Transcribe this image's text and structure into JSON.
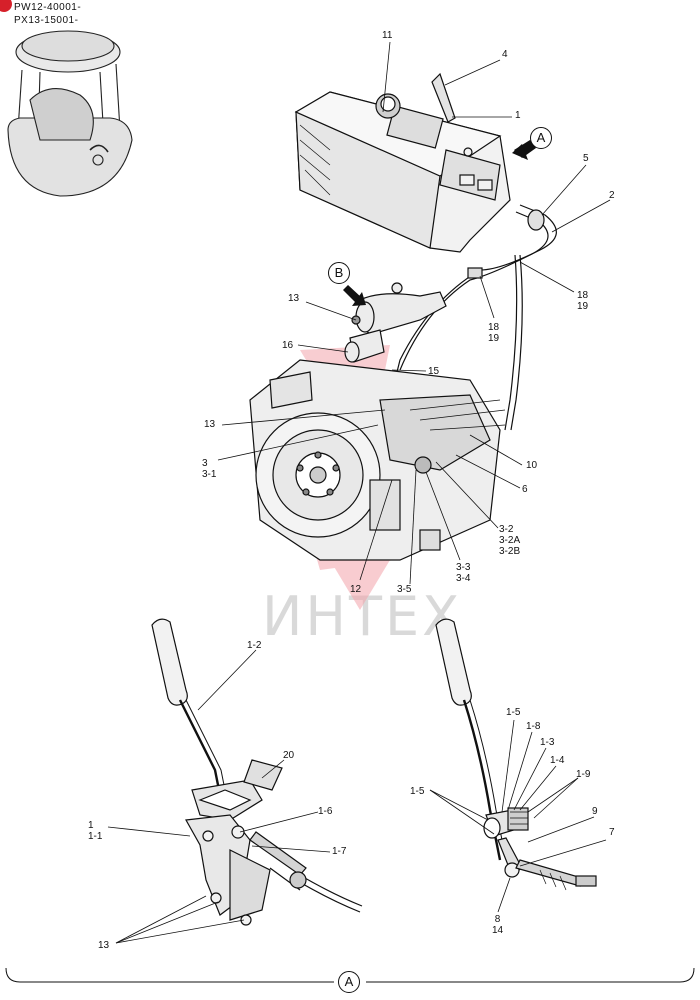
{
  "header": {
    "serial_1": "PW12-40001-",
    "serial_2": "PX13-15001-",
    "badge_color": "#d6202a"
  },
  "watermark": {
    "text": "ИНТЕХ",
    "color": "#e8374a"
  },
  "views": {
    "a": "A",
    "b": "B"
  },
  "callouts": [
    {
      "id": "c11",
      "text": "11"
    },
    {
      "id": "c4",
      "text": "4"
    },
    {
      "id": "c1",
      "text": "1"
    },
    {
      "id": "c5",
      "text": "5"
    },
    {
      "id": "c2",
      "text": "2"
    },
    {
      "id": "c18a",
      "text": "18\n19"
    },
    {
      "id": "c18b",
      "text": "18\n19"
    },
    {
      "id": "c13a",
      "text": "13"
    },
    {
      "id": "c16",
      "text": "16"
    },
    {
      "id": "c15",
      "text": "15"
    },
    {
      "id": "c13b",
      "text": "13"
    },
    {
      "id": "c3",
      "text": "3\n3-1"
    },
    {
      "id": "c10",
      "text": "10"
    },
    {
      "id": "c6",
      "text": "6"
    },
    {
      "id": "c32",
      "text": "3-2\n3-2A\n3-2B"
    },
    {
      "id": "c33",
      "text": "3-3\n3-4"
    },
    {
      "id": "c12",
      "text": "12"
    },
    {
      "id": "c35",
      "text": "3-5"
    },
    {
      "id": "c12b",
      "text": "1-2"
    },
    {
      "id": "c20",
      "text": "20"
    },
    {
      "id": "c1l",
      "text": "1\n1-1"
    },
    {
      "id": "c16l",
      "text": "1-6"
    },
    {
      "id": "c17l",
      "text": "1-7"
    },
    {
      "id": "c13l",
      "text": "13"
    },
    {
      "id": "c15r",
      "text": "1-5"
    },
    {
      "id": "c18r",
      "text": "1-8"
    },
    {
      "id": "c13r",
      "text": "1-3"
    },
    {
      "id": "c14r",
      "text": "1-4"
    },
    {
      "id": "c19r",
      "text": "1-9"
    },
    {
      "id": "c15rl",
      "text": "1-5"
    },
    {
      "id": "c9r",
      "text": "9"
    },
    {
      "id": "c7r",
      "text": "7"
    },
    {
      "id": "c8r",
      "text": "8\n14"
    }
  ]
}
